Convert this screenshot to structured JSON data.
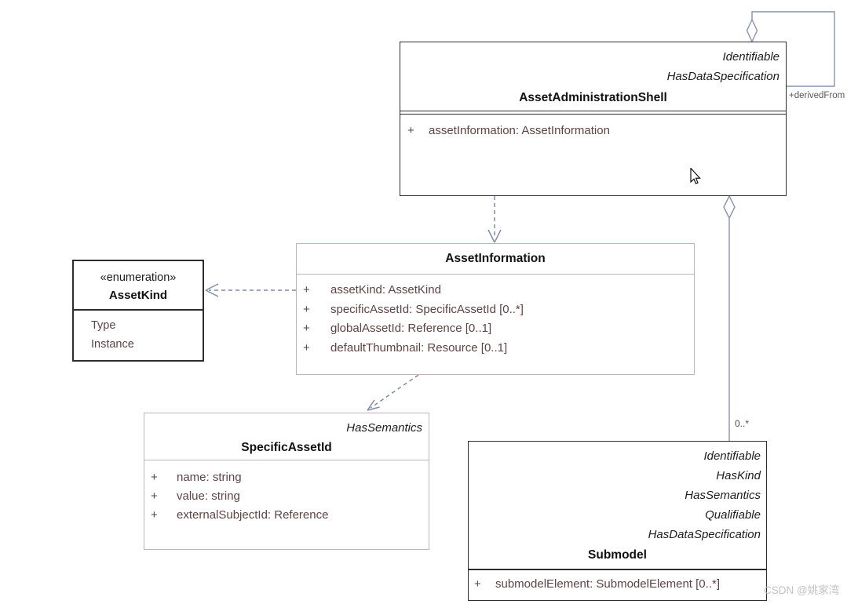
{
  "classes": {
    "asset_administration_shell": {
      "stereotypes": [
        "Identifiable",
        "HasDataSpecification"
      ],
      "title": "AssetAdministrationShell",
      "attributes": [
        {
          "visibility": "+",
          "signature": "assetInformation: AssetInformation"
        }
      ]
    },
    "asset_information": {
      "title": "AssetInformation",
      "attributes": [
        {
          "visibility": "+",
          "signature": "assetKind: AssetKind"
        },
        {
          "visibility": "+",
          "signature": "specificAssetId: SpecificAssetId [0..*]"
        },
        {
          "visibility": "+",
          "signature": "globalAssetId: Reference [0..1]"
        },
        {
          "visibility": "+",
          "signature": "defaultThumbnail: Resource [0..1]"
        }
      ]
    },
    "asset_kind": {
      "stereotype": "«enumeration»",
      "title": "AssetKind",
      "literals": [
        "Type",
        "Instance"
      ]
    },
    "specific_asset_id": {
      "stereotypes": [
        "HasSemantics"
      ],
      "title": "SpecificAssetId",
      "attributes": [
        {
          "visibility": "+",
          "signature": "name: string"
        },
        {
          "visibility": "+",
          "signature": "value: string"
        },
        {
          "visibility": "+",
          "signature": "externalSubjectId: Reference"
        }
      ]
    },
    "submodel": {
      "stereotypes": [
        "Identifiable",
        "HasKind",
        "HasSemantics",
        "Qualifiable",
        "HasDataSpecification"
      ],
      "title": "Submodel",
      "attributes": [
        {
          "visibility": "+",
          "signature": "submodelElement: SubmodelElement [0..*]"
        }
      ]
    }
  },
  "relations": {
    "derived_from_label": "+derivedFrom",
    "submodel_multiplicity": "0..*"
  },
  "colors": {
    "dark_border": "#2d2d2d",
    "light_border": "#c3b3b7",
    "attribute_text": "#5d4343",
    "connector": "#8492a8",
    "edge_label": "#595959"
  },
  "watermark": {
    "text": "CSDN @姚家湾"
  }
}
